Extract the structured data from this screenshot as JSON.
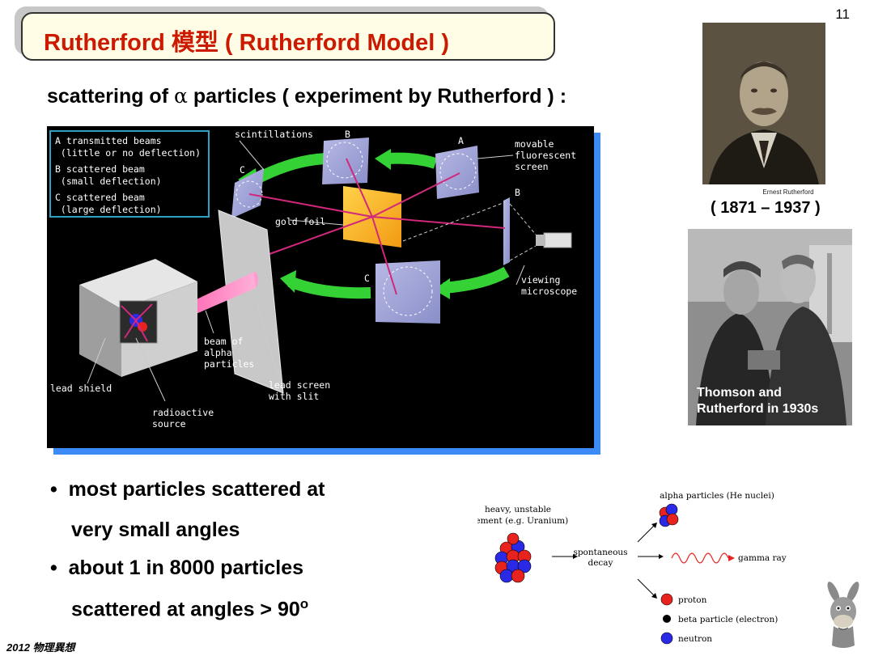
{
  "slide": {
    "number": "11",
    "title": "Rutherford 模型 ( Rutherford Model )",
    "subtitle_prefix": "scattering of ",
    "subtitle_alpha": "α",
    "subtitle_suffix": " particles ( experiment by Rutherford ) :",
    "footer": "2012 物理異想"
  },
  "diagram": {
    "legend": [
      "A transmitted beams",
      " (little or no deflection)",
      "B scattered beam",
      " (small deflection)",
      "C scattered beam",
      " (large deflection)"
    ],
    "labels": {
      "scintillations": "scintillations",
      "b_top": "B",
      "a_top": "A",
      "c_left": "C",
      "b_right": "B",
      "c_bottom": "C",
      "movable_1": "movable",
      "movable_2": "fluorescent",
      "movable_3": "screen",
      "gold_foil": "gold foil",
      "viewing_1": "viewing",
      "viewing_2": "microscope",
      "beam_1": "beam of",
      "beam_2": "alpha",
      "beam_3": "particles",
      "lead_screen_1": "lead screen",
      "lead_screen_2": "with slit",
      "lead_shield": "lead shield",
      "radio_1": "radioactive",
      "radio_2": "source"
    }
  },
  "portrait": {
    "caption": "Ernest Rutherford",
    "lifespan": "( 1871 – 1937 )"
  },
  "photo": {
    "caption_1": "Thomson and",
    "caption_2": "Rutherford in 1930s"
  },
  "bullets": [
    {
      "line1": "most particles scattered at",
      "line2": "very small angles"
    },
    {
      "line1": "about 1 in 8000 particles",
      "line2": "scattered at angles > 90",
      "sup": "o"
    }
  ],
  "decay": {
    "heavy_1": "heavy, unstable",
    "heavy_2": "element (e.g. Uranium)",
    "alpha": "alpha particles (He nuclei)",
    "spont_1": "spontaneous",
    "spont_2": "decay",
    "gamma": "gamma ray",
    "legend": [
      {
        "label": "proton",
        "color": "#e8231e"
      },
      {
        "label": "beta particle (electron)",
        "color": "#000000"
      },
      {
        "label": "neutron",
        "color": "#2a2ae6"
      }
    ]
  },
  "colors": {
    "title_red": "#cc1a00",
    "diagram_shadow": "#3b8af5",
    "arrow_green": "#35d235"
  }
}
